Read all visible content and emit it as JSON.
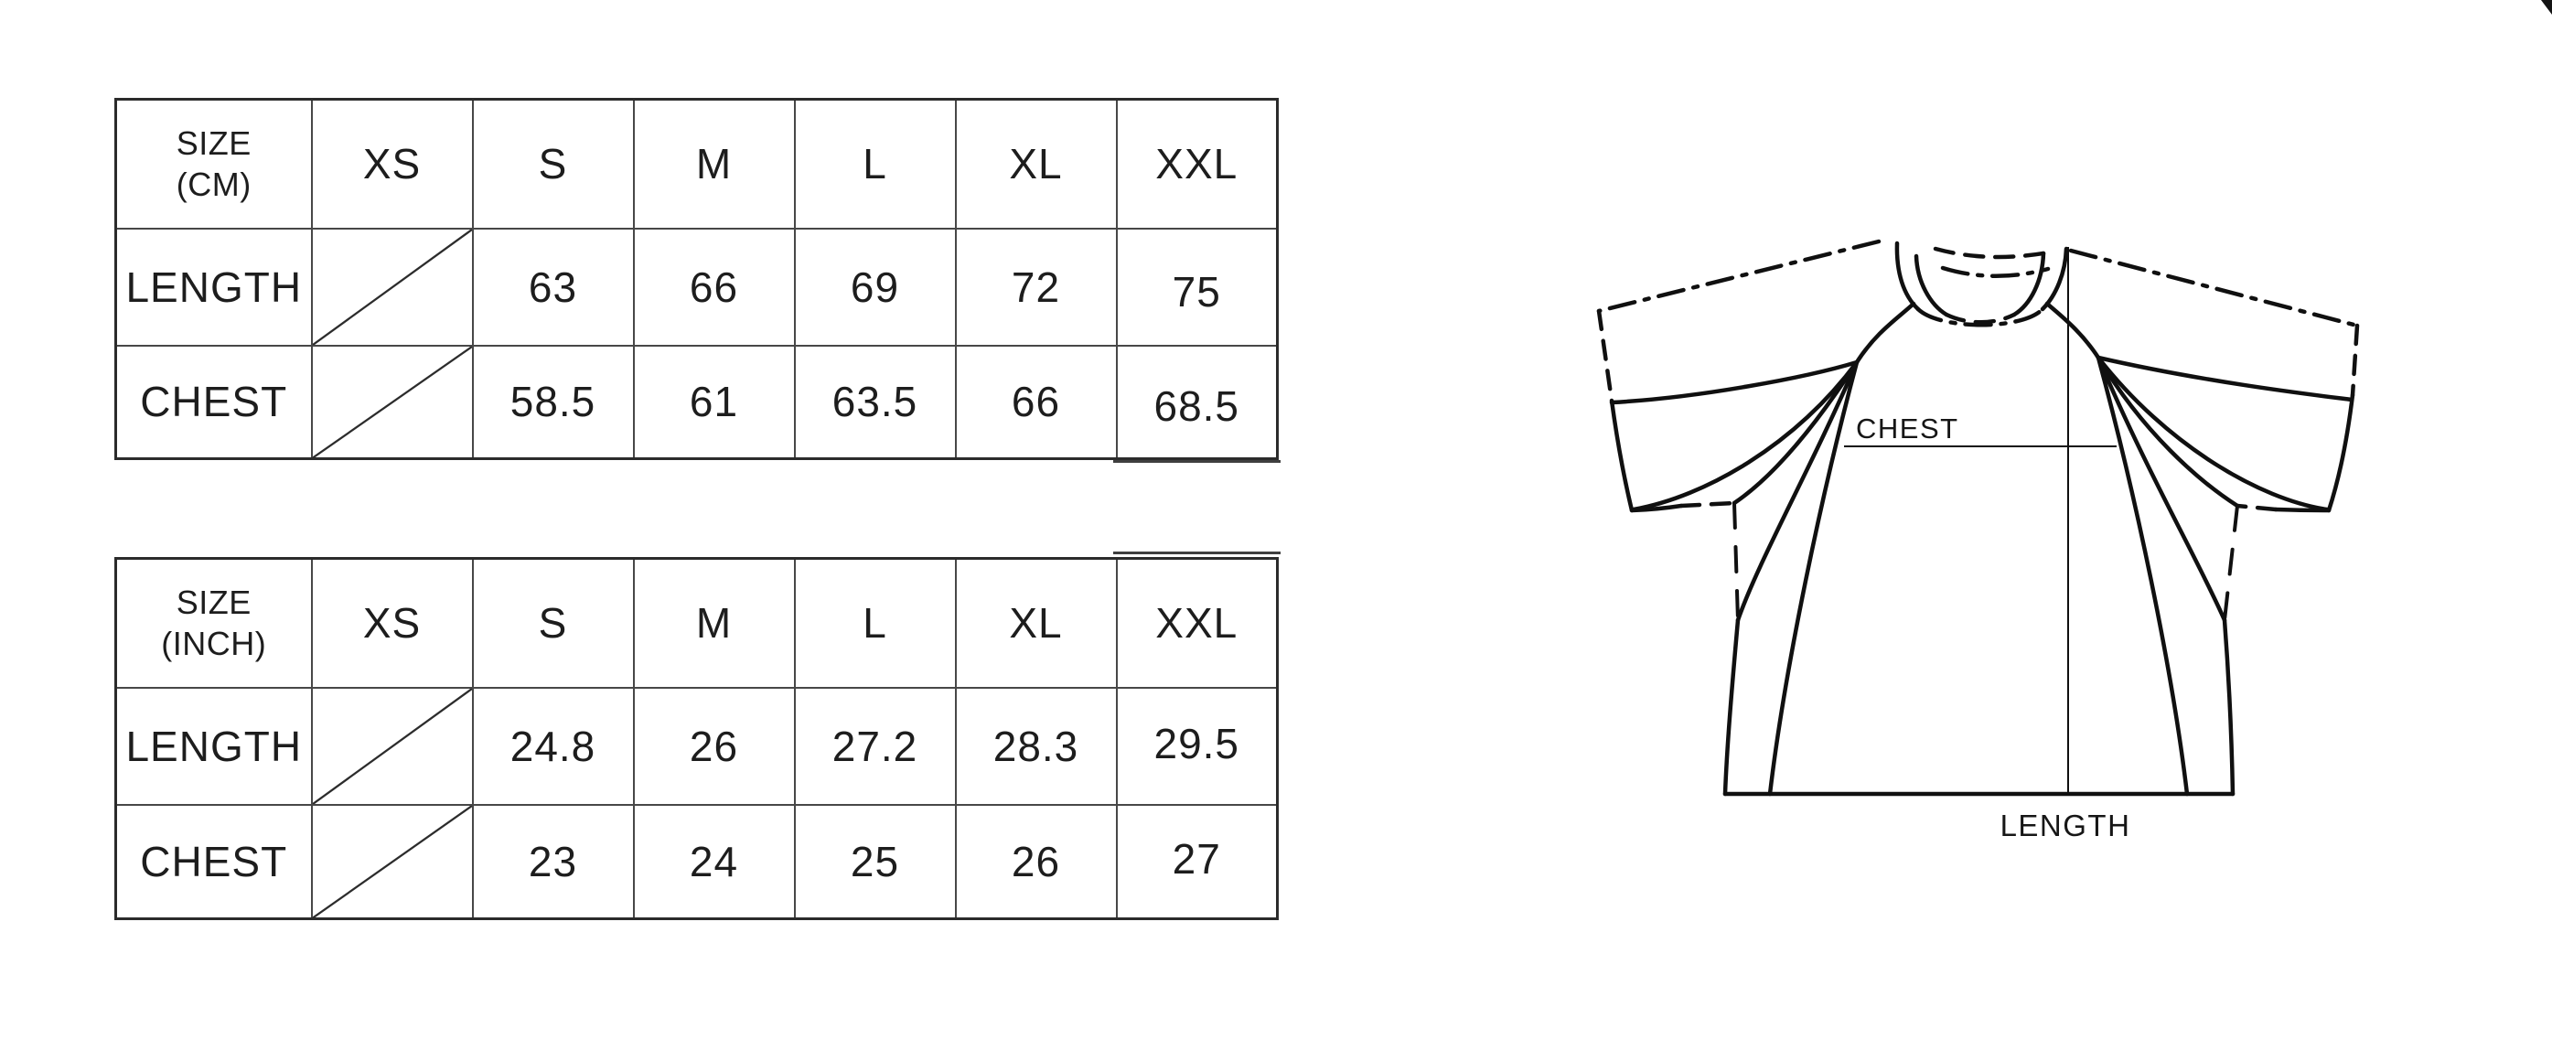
{
  "page": {
    "background_color": "#ffffff"
  },
  "tables": [
    {
      "id": "cm",
      "header": {
        "label_line1": "SIZE",
        "label_line2": "(CM)",
        "sizes": [
          "XS",
          "S",
          "M",
          "L",
          "XL",
          "XXL"
        ]
      },
      "rows": [
        {
          "label": "LENGTH",
          "values": [
            "63",
            "66",
            "69",
            "72",
            "75"
          ]
        },
        {
          "label": "CHEST",
          "values": [
            "58.5",
            "61",
            "63.5",
            "66",
            "68.5"
          ]
        }
      ]
    },
    {
      "id": "inch",
      "header": {
        "label_line1": "SIZE",
        "label_line2": "(INCH)",
        "sizes": [
          "XS",
          "S",
          "M",
          "L",
          "XL",
          "XXL"
        ]
      },
      "rows": [
        {
          "label": "LENGTH",
          "values": [
            "24.8",
            "26",
            "27.2",
            "28.3",
            "29.5"
          ]
        },
        {
          "label": "CHEST",
          "values": [
            "23",
            "24",
            "25",
            "26",
            "27"
          ]
        }
      ]
    }
  ],
  "diagram": {
    "chest_label": "CHEST",
    "length_label": "LENGTH",
    "line_color": "#111111"
  }
}
